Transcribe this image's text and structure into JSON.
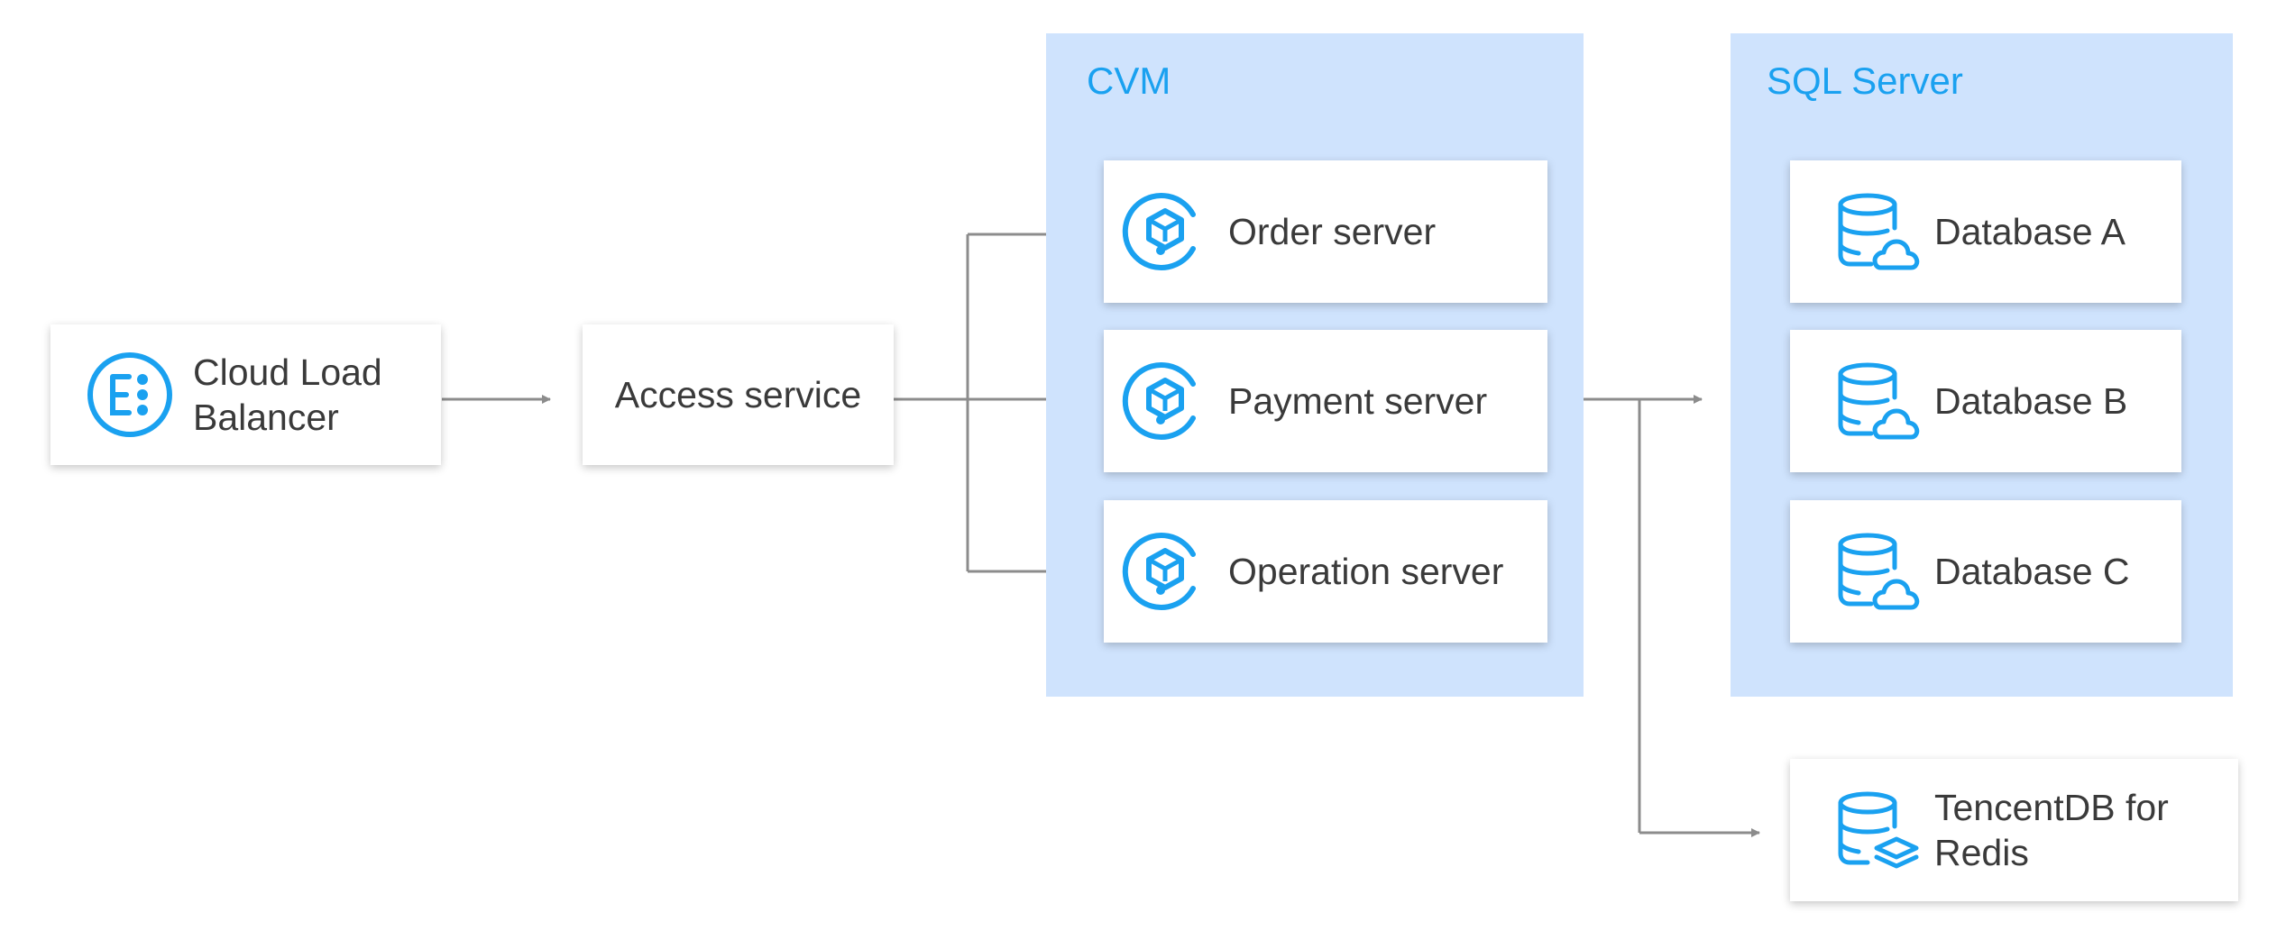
{
  "groups": {
    "cvm": {
      "title": "CVM"
    },
    "sql_server": {
      "title": "SQL Server"
    }
  },
  "nodes": {
    "cloud_load_balancer": {
      "label": "Cloud Load\nBalancer",
      "icon": "load-balancer-icon"
    },
    "access_service": {
      "label": "Access service"
    },
    "order_server": {
      "label": "Order server",
      "icon": "cvm-instance-icon"
    },
    "payment_server": {
      "label": "Payment server",
      "icon": "cvm-instance-icon"
    },
    "operation_server": {
      "label": "Operation server",
      "icon": "cvm-instance-icon"
    },
    "database_a": {
      "label": "Database A",
      "icon": "cloud-database-icon"
    },
    "database_b": {
      "label": "Database B",
      "icon": "cloud-database-icon"
    },
    "database_c": {
      "label": "Database C",
      "icon": "cloud-database-icon"
    },
    "redis": {
      "label": "TencentDB for\nRedis",
      "icon": "redis-database-icon"
    }
  },
  "colors": {
    "accent": "#1aa1f0",
    "group_fill": "#cfe3fd",
    "connector": "#8c8c8c",
    "text": "#3a3a3a"
  }
}
